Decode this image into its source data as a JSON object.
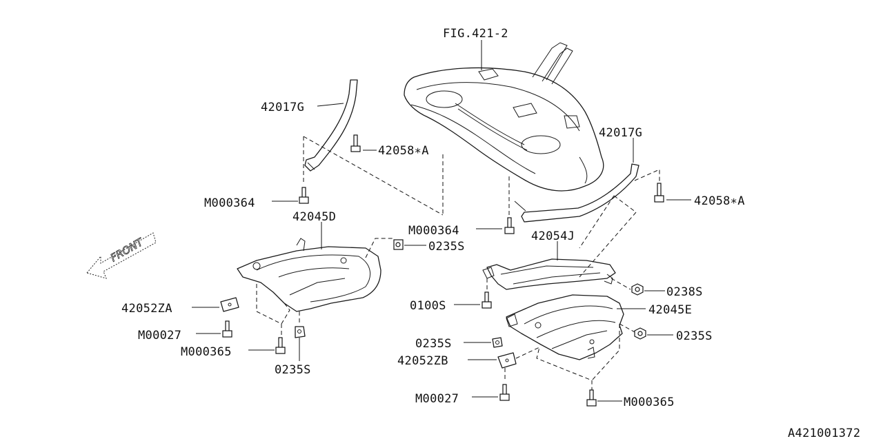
{
  "diagram": {
    "front_marker": "FRONT",
    "figure_code": "A421001372",
    "reference": "FIG.421-2",
    "parts": {
      "strap_left": "42017G",
      "strap_right": "42017G",
      "bolt_a_left": "42058∗A",
      "bolt_a_right": "42058∗A",
      "bolt_m364_left": "M000364",
      "bolt_m364_right": "M000364",
      "cover_left": "42045D",
      "cover_right": "42045E",
      "clip_0235s_top": "0235S",
      "clip_0235s_bottom_left": "0235S",
      "clip_0235s_mid_right": "0235S",
      "clip_0235s_right": "0235S",
      "bracket_za": "42052ZA",
      "bracket_zb": "42052ZB",
      "bolt_m27_left": "M00027",
      "bolt_m27_right": "M00027",
      "bolt_m365_left": "M000365",
      "bolt_m365_right": "M000365",
      "protector": "42054J",
      "nut_0238s": "0238S",
      "bolt_0100s": "0100S"
    }
  }
}
